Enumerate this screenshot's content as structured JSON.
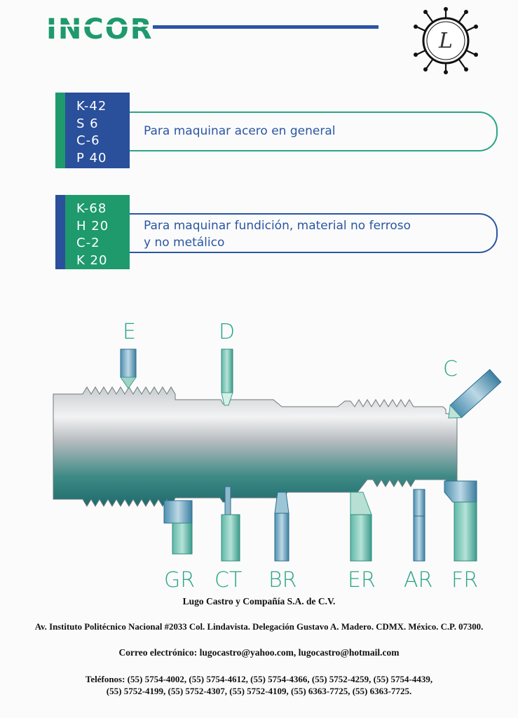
{
  "header": {
    "brand": "INCOR",
    "emblem_letter": "L"
  },
  "grades": [
    {
      "codes": [
        "K-42",
        "S 6",
        "C-6",
        "P 40"
      ],
      "description_lines": [
        "Para maquinar acero en general"
      ],
      "bar_color": "#1e9a6d",
      "fill_color": "#2a4f9b",
      "outline_color": "#2aa586"
    },
    {
      "codes": [
        "K-68",
        "H 20",
        "C-2",
        "K 20"
      ],
      "description_lines": [
        "Para maquinar fundición, material no ferroso",
        "y no metálico"
      ],
      "bar_color": "#2a4f9b",
      "fill_color": "#1e9a6d",
      "outline_color": "#2a56a3"
    }
  ],
  "diagram": {
    "top_labels": [
      "E",
      "D",
      "C"
    ],
    "bottom_labels": [
      "GR",
      "CT",
      "BR",
      "ER",
      "AR",
      "FR"
    ],
    "label_color": "#2aa586"
  },
  "footer": {
    "company": "Lugo Castro y Compañía S.A. de C.V.",
    "address": "Av. Instituto Politécnico Nacional #2033 Col. Lindavista. Delegación Gustavo A. Madero. CDMX. México. C.P. 07300.",
    "email": "Correo electrónico: lugocastro@yahoo.com, lugocastro@hotmail.com",
    "phones_line1": "Teléfonos: (55) 5754-4002, (55) 5754-4612, (55) 5754-4366, (55) 5752-4259, (55) 5754-4439,",
    "phones_line2": "(55) 5752-4199, (55) 5752-4307, (55) 5752-4109, (55) 6363-7725, (55) 6363-7725."
  }
}
